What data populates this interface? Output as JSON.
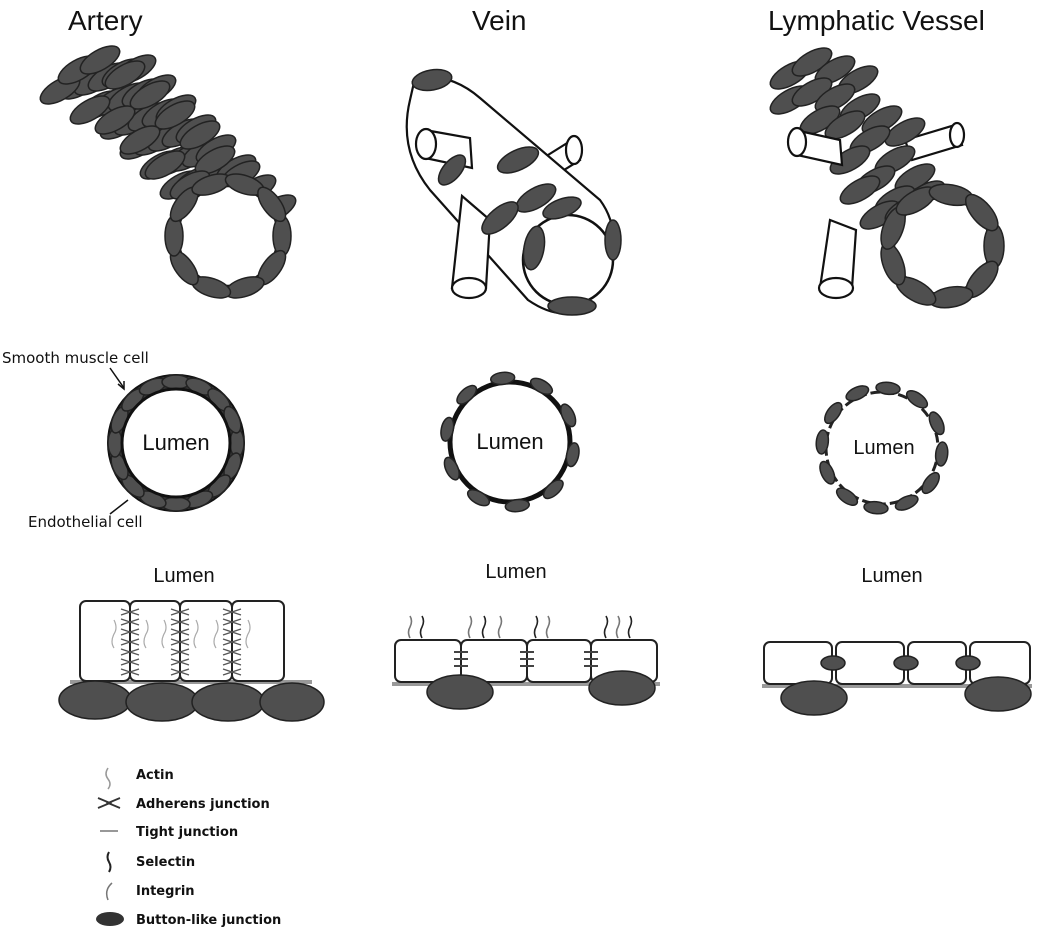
{
  "columns": [
    {
      "title": "Artery"
    },
    {
      "title": "Vein"
    },
    {
      "title": "Lymphatic Vessel"
    }
  ],
  "cross_section": {
    "lumen_label": "Lumen",
    "smooth_muscle_label": "Smooth muscle cell",
    "endothelial_label": "Endothelial cell"
  },
  "junction_view": {
    "lumen_label": "Lumen"
  },
  "legend": [
    {
      "label": "Actin",
      "icon": "actin-icon"
    },
    {
      "label": "Adherens junction",
      "icon": "adherens-junction-icon"
    },
    {
      "label": "Tight junction",
      "icon": "tight-junction-icon"
    },
    {
      "label": "Selectin",
      "icon": "selectin-icon"
    },
    {
      "label": "Integrin",
      "icon": "integrin-icon"
    },
    {
      "label": "Button-like junction",
      "icon": "button-like-junction-icon"
    }
  ],
  "colors": {
    "cell_fill": "#4f4f4f",
    "outline": "#111111"
  }
}
